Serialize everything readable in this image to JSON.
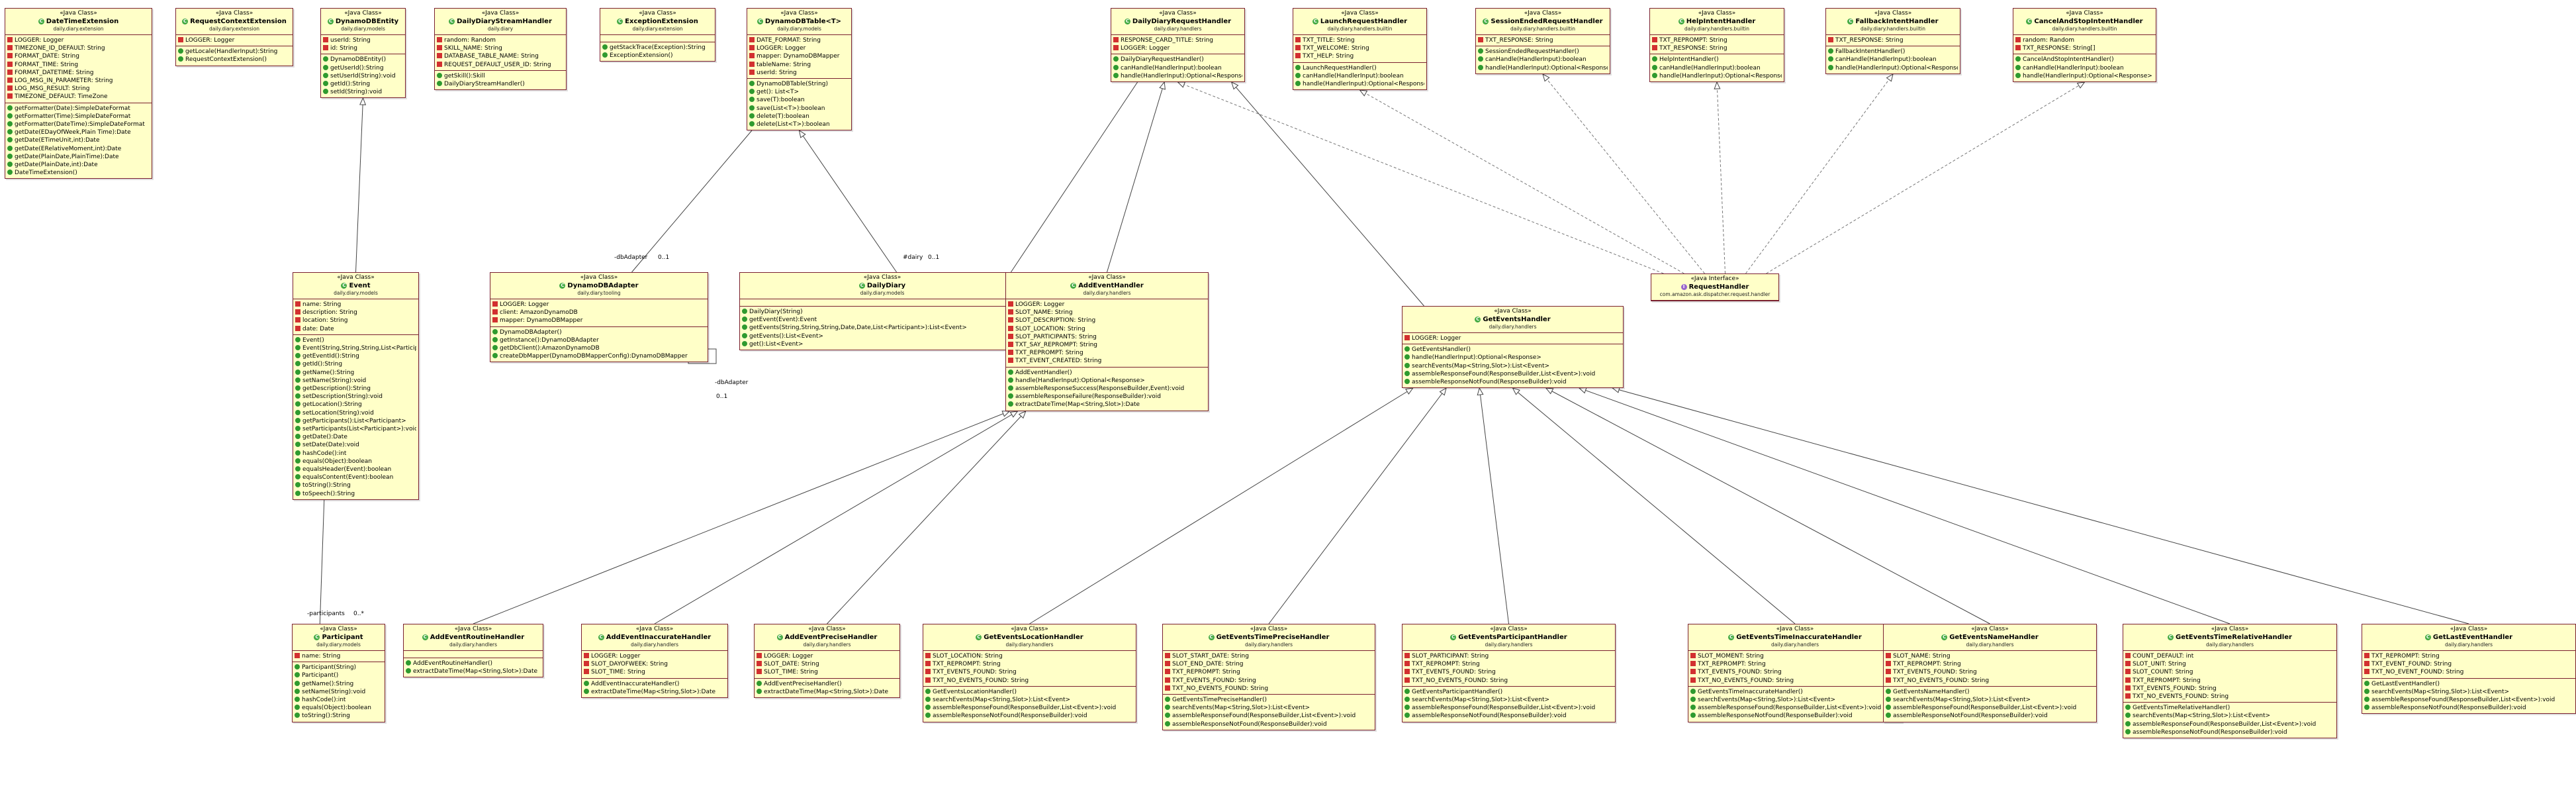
{
  "labels": {
    "db_adapter_1": "-dbAdapter",
    "db_adapter_1_mult": "0..1",
    "dairy": "#dairy",
    "dairy_mult": "0..1",
    "db_adapter_2": "-dbAdapter",
    "db_adapter_2_mult": "0..1",
    "participants": "-participants",
    "participants_mult": "0..*"
  },
  "classes": [
    {
      "id": "DateTimeExtension",
      "stereo": "«Java Class»",
      "name": "DateTimeExtension",
      "pkg": "daily.diary.extension",
      "sections": [
        [
          "LOGGER: Logger",
          "TIMEZONE_ID_DEFAULT: String",
          "FORMAT_DATE: String",
          "FORMAT_TIME: String",
          "FORMAT_DATETIME: String",
          "LOG_MSG_IN_PARAMETER: String",
          "LOG_MSG_RESULT: String",
          "TIMEZONE_DEFAULT: TimeZone"
        ],
        [
          "getFormatter(Date):SimpleDateFormat",
          "getFormatter(Time):SimpleDateFormat",
          "getFormatter(DateTime):SimpleDateFormat",
          "getDate(EDayOfWeek,Plain Time):Date",
          "getDate(ETimeUnit,int):Date",
          "getDate(ERelativeMoment,int):Date",
          "getDate(PlainDate,PlainTime):Date",
          "getDate(PlainDate,int):Date",
          "DateTimeExtension()"
        ]
      ]
    },
    {
      "id": "RequestContextExtension",
      "stereo": "«Java Class»",
      "name": "RequestContextExtension",
      "pkg": "daily.diary.extension",
      "sections": [
        [
          "LOGGER: Logger"
        ],
        [
          "getLocale(HandlerInput):String",
          "RequestContextExtension()"
        ]
      ]
    },
    {
      "id": "DynamoDBEntity",
      "stereo": "«Java Class»",
      "name": "DynamoDBEntity",
      "pkg": "daily.diary.models",
      "sections": [
        [
          "userId: String",
          "id: String"
        ],
        [
          "DynamoDBEntity()",
          "getUserId():String",
          "setUserId(String):void",
          "getId():String",
          "setId(String):void"
        ]
      ]
    },
    {
      "id": "DailyDiaryStreamHandler",
      "stereo": "«Java Class»",
      "name": "DailyDiaryStreamHandler",
      "pkg": "daily.diary",
      "sections": [
        [
          "random: Random",
          "SKILL_NAME: String",
          "DATABASE_TABLE_NAME: String",
          "REQUEST_DEFAULT_USER_ID: String"
        ],
        [
          "getSkill():Skill",
          "DailyDiaryStreamHandler()"
        ]
      ]
    },
    {
      "id": "ExceptionExtension",
      "stereo": "«Java Class»",
      "name": "ExceptionExtension",
      "pkg": "daily.diary.extension",
      "sections": [
        [],
        [
          "getStackTrace(Exception):String",
          "ExceptionExtension()"
        ]
      ]
    },
    {
      "id": "DynamoDBTable",
      "stereo": "«Java Class»",
      "name": "DynamoDBTable<T>",
      "pkg": "daily.diary.models",
      "sections": [
        [
          "DATE_FORMAT: String",
          "LOGGER: Logger",
          "mapper: DynamoDBMapper",
          "tableName: String",
          "userId: String"
        ],
        [
          "DynamoDBTable(String)",
          "get(): List<T>",
          "save(T):boolean",
          "save(List<T>):boolean",
          "delete(T):boolean",
          "delete(List<T>):boolean"
        ]
      ]
    },
    {
      "id": "DailyDiaryRequestHandler",
      "stereo": "«Java Class»",
      "name": "DailyDiaryRequestHandler",
      "pkg": "daily.diary.handlers",
      "sections": [
        [
          "RESPONSE_CARD_TITLE: String",
          "LOGGER: Logger"
        ],
        [
          "DailyDiaryRequestHandler()",
          "canHandle(HandlerInput):boolean",
          "handle(HandlerInput):Optional<Response>"
        ]
      ]
    },
    {
      "id": "LaunchRequestHandler",
      "stereo": "«Java Class»",
      "name": "LaunchRequestHandler",
      "pkg": "daily.diary.handlers.builtin",
      "sections": [
        [
          "TXT_TITLE: String",
          "TXT_WELCOME: String",
          "TXT_HELP: String"
        ],
        [
          "LaunchRequestHandler()",
          "canHandle(HandlerInput):boolean",
          "handle(HandlerInput):Optional<Response>"
        ]
      ]
    },
    {
      "id": "SessionEndedRequestHandler",
      "stereo": "«Java Class»",
      "name": "SessionEndedRequestHandler",
      "pkg": "daily.diary.handlers.builtin",
      "sections": [
        [
          "TXT_RESPONSE: String"
        ],
        [
          "SessionEndedRequestHandler()",
          "canHandle(HandlerInput):boolean",
          "handle(HandlerInput):Optional<Response>"
        ]
      ]
    },
    {
      "id": "HelpIntentHandler",
      "stereo": "«Java Class»",
      "name": "HelpIntentHandler",
      "pkg": "daily.diary.handlers.builtin",
      "sections": [
        [
          "TXT_REPROMPT: String",
          "TXT_RESPONSE: String"
        ],
        [
          "HelpIntentHandler()",
          "canHandle(HandlerInput):boolean",
          "handle(HandlerInput):Optional<Response>"
        ]
      ]
    },
    {
      "id": "FallbackIntentHandler",
      "stereo": "«Java Class»",
      "name": "FallbackIntentHandler",
      "pkg": "daily.diary.handlers.builtin",
      "sections": [
        [
          "TXT_RESPONSE: String"
        ],
        [
          "FallbackIntentHandler()",
          "canHandle(HandlerInput):boolean",
          "handle(HandlerInput):Optional<Response>"
        ]
      ]
    },
    {
      "id": "CancelAndStopIntentHandler",
      "stereo": "«Java Class»",
      "name": "CancelAndStopIntentHandler",
      "pkg": "daily.diary.handlers.builtin",
      "sections": [
        [
          "random: Random",
          "TXT_RESPONSE: String[]"
        ],
        [
          "CancelAndStopIntentHandler()",
          "canHandle(HandlerInput):boolean",
          "handle(HandlerInput):Optional<Response>"
        ]
      ]
    },
    {
      "id": "Event",
      "stereo": "«Java Class»",
      "name": "Event",
      "pkg": "daily.diary.models",
      "sections": [
        [
          "name: String",
          "description: String",
          "location: String",
          "date: Date"
        ],
        [
          "Event()",
          "Event(String,String,String,List<Participant>,Date)",
          "getEventId():String",
          "getId():String",
          "getName():String",
          "setName(String):void",
          "getDescription():String",
          "setDescription(String):void",
          "getLocation():String",
          "setLocation(String):void",
          "getParticipants():List<Participant>",
          "setParticipants(List<Participant>):void",
          "getDate():Date",
          "setDate(Date):void",
          "hashCode():int",
          "equals(Object):boolean",
          "equalsHeader(Event):boolean",
          "equalsContent(Event):boolean",
          "toString():String",
          "toSpeech():String"
        ]
      ]
    },
    {
      "id": "DynamoDBAdapter",
      "stereo": "«Java Class»",
      "name": "DynamoDBAdapter",
      "pkg": "daily.diary.tooling",
      "sections": [
        [
          "LOGGER: Logger",
          "client: AmazonDynamoDB",
          "mapper: DynamoDBMapper"
        ],
        [
          "DynamoDBAdapter()",
          "getInstance():DynamoDBAdapter",
          "getDbClient():AmazonDynamoDB",
          "createDbMapper(DynamoDBMapperConfig):DynamoDBMapper"
        ]
      ]
    },
    {
      "id": "DailyDiary",
      "stereo": "«Java Class»",
      "name": "DailyDiary",
      "pkg": "daily.diary.models",
      "sections": [
        [],
        [
          "DailyDiary(String)",
          "getEvent(Event):Event",
          "getEvents(String,String,String,Date,Date,List<Participant>):List<Event>",
          "getEvents():List<Event>",
          "get():List<Event>"
        ]
      ]
    },
    {
      "id": "AddEventHandler",
      "stereo": "«Java Class»",
      "name": "AddEventHandler",
      "pkg": "daily.diary.handlers",
      "sections": [
        [
          "LOGGER: Logger",
          "SLOT_NAME: String",
          "SLOT_DESCRIPTION: String",
          "SLOT_LOCATION: String",
          "SLOT_PARTICIPANTS: String",
          "TXT_SAY_REPROMPT: String",
          "TXT_REPROMPT: String",
          "TXT_EVENT_CREATED: String"
        ],
        [
          "AddEventHandler()",
          "handle(HandlerInput):Optional<Response>",
          "assembleResponseSuccess(ResponseBuilder,Event):void",
          "assembleResponseFailure(ResponseBuilder):void",
          "extractDateTime(Map<String,Slot>):Date"
        ]
      ]
    },
    {
      "id": "GetEventsHandler",
      "stereo": "«Java Class»",
      "name": "GetEventsHandler",
      "pkg": "daily.diary.handlers",
      "sections": [
        [
          "LOGGER: Logger"
        ],
        [
          "GetEventsHandler()",
          "handle(HandlerInput):Optional<Response>",
          "searchEvents(Map<String,Slot>):List<Event>",
          "assembleResponseFound(ResponseBuilder,List<Event>):void",
          "assembleResponseNotFound(ResponseBuilder):void"
        ]
      ]
    },
    {
      "id": "RequestHandler",
      "stereo": "«Java Interface»",
      "name": "RequestHandler",
      "pkg": "com.amazon.ask.dispatcher.request.handler",
      "sections": []
    },
    {
      "id": "Participant",
      "stereo": "«Java Class»",
      "name": "Participant",
      "pkg": "daily.diary.models",
      "sections": [
        [
          "name: String"
        ],
        [
          "Participant(String)",
          "Participant()",
          "getName():String",
          "setName(String):void",
          "hashCode():int",
          "equals(Object):boolean",
          "toString():String"
        ]
      ]
    },
    {
      "id": "AddEventRoutineHandler",
      "stereo": "«Java Class»",
      "name": "AddEventRoutineHandler",
      "pkg": "daily.diary.handlers",
      "sections": [
        [],
        [
          "AddEventRoutineHandler()",
          "extractDateTime(Map<String,Slot>):Date"
        ]
      ]
    },
    {
      "id": "AddEventInaccurateHandler",
      "stereo": "«Java Class»",
      "name": "AddEventInaccurateHandler",
      "pkg": "daily.diary.handlers",
      "sections": [
        [
          "LOGGER: Logger",
          "SLOT_DAYOFWEEK: String",
          "SLOT_TIME: String"
        ],
        [
          "AddEventInaccurateHandler()",
          "extractDateTime(Map<String,Slot>):Date"
        ]
      ]
    },
    {
      "id": "AddEventPreciseHandler",
      "stereo": "«Java Class»",
      "name": "AddEventPreciseHandler",
      "pkg": "daily.diary.handlers",
      "sections": [
        [
          "LOGGER: Logger",
          "SLOT_DATE: String",
          "SLOT_TIME: String"
        ],
        [
          "AddEventPreciseHandler()",
          "extractDateTime(Map<String,Slot>):Date"
        ]
      ]
    },
    {
      "id": "GetEventsLocationHandler",
      "stereo": "«Java Class»",
      "name": "GetEventsLocationHandler",
      "pkg": "daily.diary.handlers",
      "sections": [
        [
          "SLOT_LOCATION: String",
          "TXT_REPROMPT: String",
          "TXT_EVENTS_FOUND: String",
          "TXT_NO_EVENTS_FOUND: String"
        ],
        [
          "GetEventsLocationHandler()",
          "searchEvents(Map<String,Slot>):List<Event>",
          "assembleResponseFound(ResponseBuilder,List<Event>):void",
          "assembleResponseNotFound(ResponseBuilder):void"
        ]
      ]
    },
    {
      "id": "GetEventsTimePreciseHandler",
      "stereo": "«Java Class»",
      "name": "GetEventsTimePreciseHandler",
      "pkg": "daily.diary.handlers",
      "sections": [
        [
          "SLOT_START_DATE: String",
          "SLOT_END_DATE: String",
          "TXT_REPROMPT: String",
          "TXT_EVENTS_FOUND: String",
          "TXT_NO_EVENTS_FOUND: String"
        ],
        [
          "GetEventsTimePreciseHandler()",
          "searchEvents(Map<String,Slot>):List<Event>",
          "assembleResponseFound(ResponseBuilder,List<Event>):void",
          "assembleResponseNotFound(ResponseBuilder):void"
        ]
      ]
    },
    {
      "id": "GetEventsParticipantHandler",
      "stereo": "«Java Class»",
      "name": "GetEventsParticipantHandler",
      "pkg": "daily.diary.handlers",
      "sections": [
        [
          "SLOT_PARTICIPANT: String",
          "TXT_REPROMPT: String",
          "TXT_EVENTS_FOUND: String",
          "TXT_NO_EVENTS_FOUND: String"
        ],
        [
          "GetEventsParticipantHandler()",
          "searchEvents(Map<String,Slot>):List<Event>",
          "assembleResponseFound(ResponseBuilder,List<Event>):void",
          "assembleResponseNotFound(ResponseBuilder):void"
        ]
      ]
    },
    {
      "id": "GetEventsTimeInaccurateHandler",
      "stereo": "«Java Class»",
      "name": "GetEventsTimeInaccurateHandler",
      "pkg": "daily.diary.handlers",
      "sections": [
        [
          "SLOT_MOMENT: String",
          "TXT_REPROMPT: String",
          "TXT_EVENTS_FOUND: String",
          "TXT_NO_EVENTS_FOUND: String"
        ],
        [
          "GetEventsTimeInaccurateHandler()",
          "searchEvents(Map<String,Slot>):List<Event>",
          "assembleResponseFound(ResponseBuilder,List<Event>):void",
          "assembleResponseNotFound(ResponseBuilder):void"
        ]
      ]
    },
    {
      "id": "GetEventsNameHandler",
      "stereo": "«Java Class»",
      "name": "GetEventsNameHandler",
      "pkg": "daily.diary.handlers",
      "sections": [
        [
          "SLOT_NAME: String",
          "TXT_REPROMPT: String",
          "TXT_EVENTS_FOUND: String",
          "TXT_NO_EVENTS_FOUND: String"
        ],
        [
          "GetEventsNameHandler()",
          "searchEvents(Map<String,Slot>):List<Event>",
          "assembleResponseFound(ResponseBuilder,List<Event>):void",
          "assembleResponseNotFound(ResponseBuilder):void"
        ]
      ]
    },
    {
      "id": "GetEventsTimeRelativeHandler",
      "stereo": "«Java Class»",
      "name": "GetEventsTimeRelativeHandler",
      "pkg": "daily.diary.handlers",
      "sections": [
        [
          "COUNT_DEFAULT: int",
          "SLOT_UNIT: String",
          "SLOT_COUNT: String",
          "TXT_REPROMPT: String",
          "TXT_EVENTS_FOUND: String",
          "TXT_NO_EVENTS_FOUND: String"
        ],
        [
          "GetEventsTimeRelativeHandler()",
          "searchEvents(Map<String,Slot>):List<Event>",
          "assembleResponseFound(ResponseBuilder,List<Event>):void",
          "assembleResponseNotFound(ResponseBuilder):void"
        ]
      ]
    },
    {
      "id": "GetLastEventHandler",
      "stereo": "«Java Class»",
      "name": "GetLastEventHandler",
      "pkg": "daily.diary.handlers",
      "sections": [
        [
          "TXT_REPROMPT: String",
          "TXT_EVENT_FOUND: String",
          "TXT_NO_EVENT_FOUND: String"
        ],
        [
          "GetLastEventHandler()",
          "searchEvents(Map<String,Slot>):List<Event>",
          "assembleResponseFound(ResponseBuilder,List<Event>):void",
          "assembleResponseNotFound(ResponseBuilder):void"
        ]
      ]
    }
  ]
}
